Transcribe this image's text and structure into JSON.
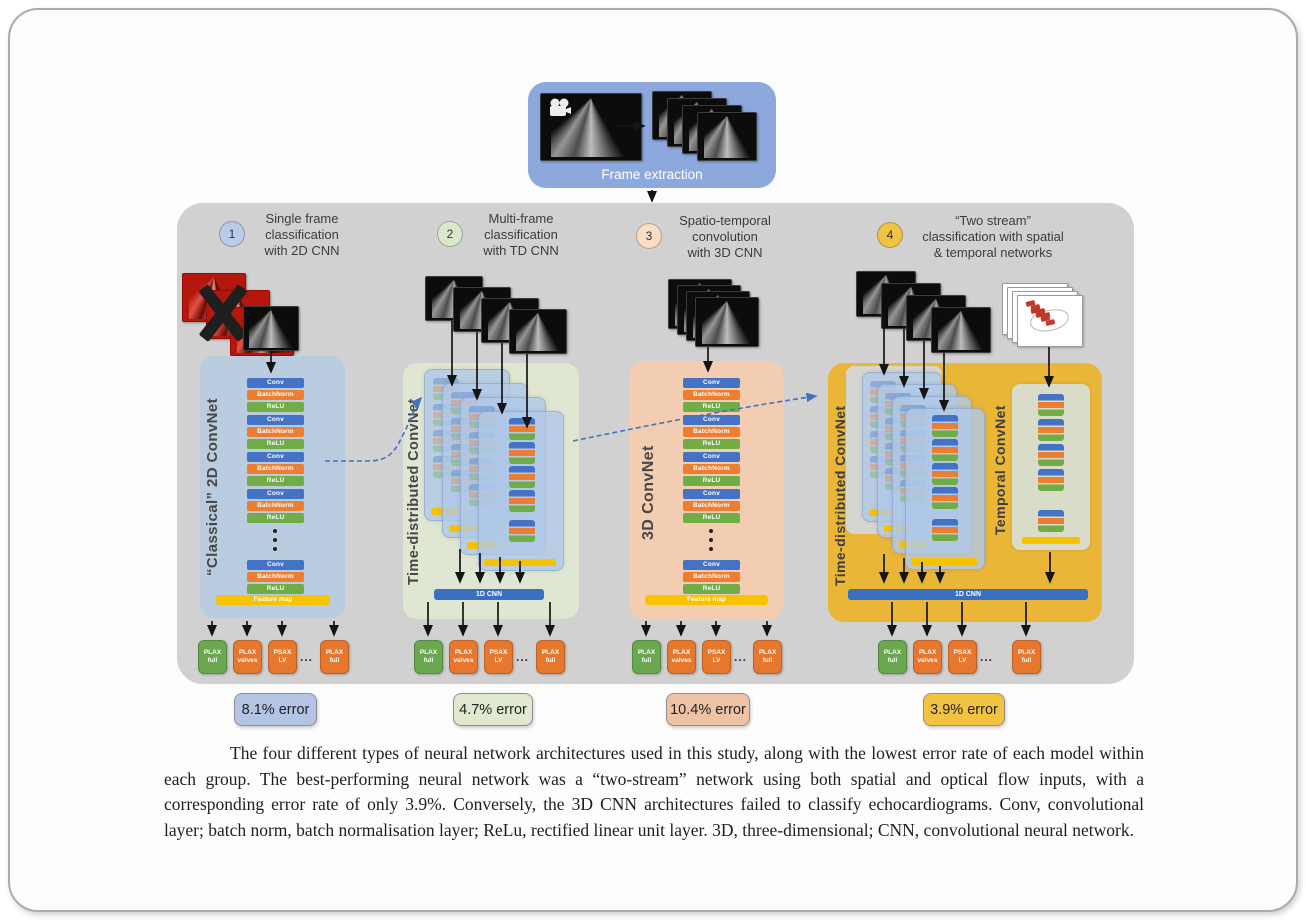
{
  "figure": {
    "frame_extraction_label": "Frame extraction",
    "groups": [
      {
        "num": "1",
        "title": "Single frame\nclassification\nwith 2D CNN",
        "network": "“Classical” 2D ConvNet",
        "error": "8.1% error"
      },
      {
        "num": "2",
        "title": "Multi-frame\nclassification\nwith TD CNN",
        "network": "Time-distributed ConvNet",
        "fusion": "1D CNN",
        "error": "4.7% error"
      },
      {
        "num": "3",
        "title": "Spatio-temporal\nconvolution\nwith 3D CNN",
        "network": "3D ConvNet",
        "error": "10.4% error"
      },
      {
        "num": "4",
        "title": "“Two stream”\nclassification with spatial\n& temporal networks",
        "network_spatial": "Time-distributed ConvNet",
        "network_temporal": "Temporal ConvNet",
        "fusion": "1D CNN",
        "error": "3.9% error"
      }
    ],
    "layers": {
      "conv": "Conv",
      "batchnorm": "BatchNorm",
      "relu": "ReLU",
      "feature_map": "Feature map"
    },
    "outputs": [
      "PLAX full",
      "PLAX valves",
      "PSAX LV",
      "...",
      "PLAX full"
    ],
    "caption": "The four different types of neural network architectures used in this study, along with the lowest error rate of each model within each group. The best-performing neural network was a “two-stream” network using both spatial and optical flow inputs, with a corresponding error rate of only 3.9%. Conversely, the 3D CNN architectures failed to classify echocardiograms. Conv, convolutional layer; batch norm, batch normalisation layer; ReLu, rectified linear unit layer. 3D, three-dimensional; CNN, convolutional neural network.",
    "colors": {
      "conv_layer": "#4472c4",
      "batchnorm_layer": "#ed7d31",
      "relu_layer": "#70ad47",
      "feature_map_bar": "#f7c200",
      "fusion_bar": "#3a6fc0",
      "group1_accent": "#b9cce0",
      "group2_accent": "#dfe6d2",
      "group3_accent": "#f2cdb2",
      "group4_accent": "#eab637",
      "frame_extraction_box": "#8da8dc",
      "panel_background": "#d1d1d1",
      "transfer_arrow": "#4472c4",
      "output_green": "#6aa84f",
      "output_orange": "#e8772e"
    }
  }
}
